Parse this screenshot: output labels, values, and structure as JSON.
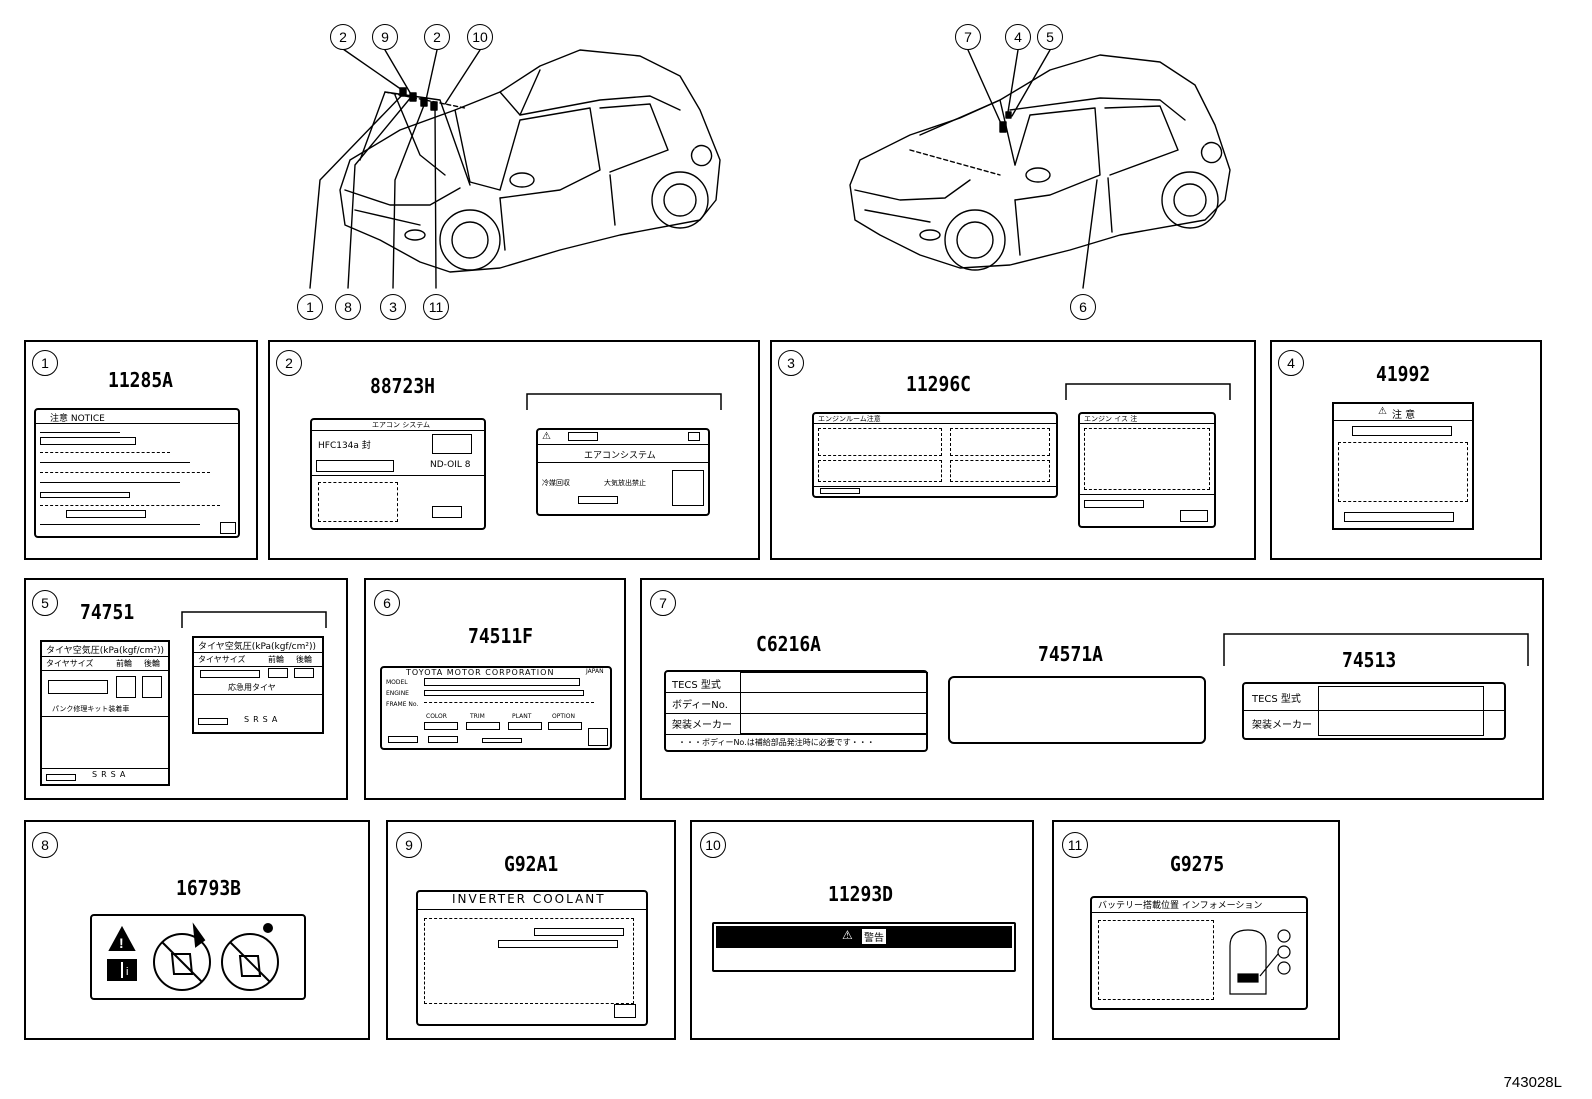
{
  "diagram_code": "743028L",
  "callout_numbers": [
    "1",
    "2",
    "3",
    "4",
    "5",
    "6",
    "7",
    "8",
    "9",
    "10",
    "11"
  ],
  "panels": {
    "p1": {
      "num": "1",
      "part": "11285A",
      "label_title": "注意 NOTICE"
    },
    "p2": {
      "num": "2",
      "part": "88723H",
      "label_a": {
        "hdr": "エアコン システム",
        "refrigerant": "HFC134a 封",
        "oil": "ND-OIL 8"
      },
      "label_b": {
        "title": "エアコンシステム",
        "left": "冷媒回収",
        "right": "大気放出禁止"
      }
    },
    "p3": {
      "num": "3",
      "part": "11296C",
      "hdr_a": "エンジンルーム注意",
      "hdr_b": "エンジン イス 注"
    },
    "p4": {
      "num": "4",
      "part": "41992",
      "hdr": "注 意"
    },
    "p5": {
      "num": "5",
      "part": "74751",
      "title": "タイヤ空気圧(kPa(kgf/cm²))",
      "size": "タイヤサイズ",
      "front": "前輪",
      "rear": "後輪",
      "note": "パンク修理キット装着車",
      "spare": "応急用タイヤ",
      "srs": "SRSA"
    },
    "p6": {
      "num": "6",
      "part": "74511F",
      "maker": "TOYOTA MOTOR CORPORATION",
      "country": "JAPAN",
      "model": "MODEL",
      "engine": "ENGINE",
      "frame": "FRAME No.",
      "color": "COLOR",
      "trim": "TRIM",
      "plant": "PLANT",
      "option": "OPTION"
    },
    "p7": {
      "num": "7",
      "a": {
        "part": "C6216A",
        "row1": "TECS 型式",
        "row2": "ボディーNo.",
        "row3": "架装メーカー",
        "note": "・・・ボディーNo.は補給部品発注時に必要です・・・"
      },
      "b": {
        "part": "74571A"
      },
      "c": {
        "part": "74513",
        "row1": "TECS 型式",
        "row2": "架装メーカー"
      }
    },
    "p8": {
      "num": "8",
      "part": "16793B"
    },
    "p9": {
      "num": "9",
      "part": "G92A1",
      "hdr": "INVERTER COOLANT"
    },
    "p10": {
      "num": "10",
      "part": "11293D",
      "hdr": "警告"
    },
    "p11": {
      "num": "11",
      "part": "G9275",
      "hdr": "バッテリー搭載位置 インフォメーション"
    }
  }
}
